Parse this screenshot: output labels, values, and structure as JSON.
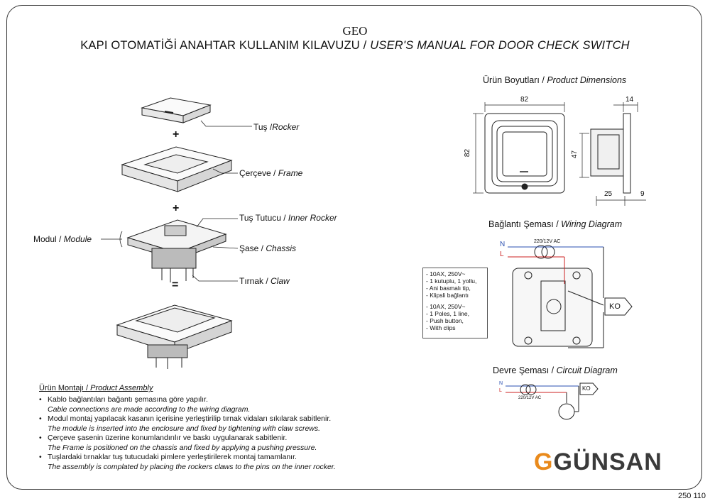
{
  "header": {
    "brand": "GEO",
    "title_tr": "KAPI OTOMATİĞİ ANAHTAR KULLANIM KILAVUZU / ",
    "title_en": "USER'S MANUAL FOR DOOR CHECK SWITCH"
  },
  "exploded_view": {
    "plus_1": "+",
    "plus_2": "+",
    "equals": "=",
    "rocker_tr": "Tuş /",
    "rocker_en": "Rocker",
    "frame_tr": "Çerçeve / ",
    "frame_en": "Frame",
    "inner_rocker_tr": "Tuş Tutucu / ",
    "inner_rocker_en": "Inner Rocker",
    "module_tr": "Modul / ",
    "module_en": "Module",
    "chassis_tr": "Şase / ",
    "chassis_en": "Chassis",
    "claw_tr": "Tırnak / ",
    "claw_en": "Claw"
  },
  "dimensions": {
    "title_tr": "Ürün Boyutları / ",
    "title_en": "Product Dimensions",
    "width": "82",
    "height": "82",
    "depth": "14",
    "inner_height": "47",
    "base_depth": "25",
    "rocker_depth": "9"
  },
  "wiring": {
    "title_tr": "Bağlantı Şeması / ",
    "title_en": "Wiring Diagram",
    "neutral": "N",
    "live": "L",
    "supply": "220/12V AC",
    "load": "KO",
    "spec_lines": [
      "- 10AX, 250V~",
      "- 1 kutuplu, 1 yollu,",
      "- Ani basmalı tip,",
      "- Klipsli bağlantı",
      "",
      "- 10AX, 250V~",
      "- 1 Poles, 1 line,",
      "- Push button,",
      "- With clips"
    ]
  },
  "circuit": {
    "title_tr": "Devre Şeması / ",
    "title_en": "Circuit Diagram",
    "neutral": "N",
    "live": "L",
    "supply": "220/12V AC",
    "load": "KO"
  },
  "assembly": {
    "title_tr": "Ürün Montajı / ",
    "title_en": "Product Assembly",
    "steps": [
      {
        "tr": "Kablo bağlantıları bağantı şemasına göre yapılır.",
        "en": "Cable connections are made according to the wiring diagram."
      },
      {
        "tr": "Modul montaj yapılacak kasanın içerisine yerleştirilip tırnak vidaları sıkılarak sabitlenir.",
        "en": "The module is inserted into the enclosure and fixed by tightening with claw screws."
      },
      {
        "tr": "Çerçeve şasenin üzerine konumlandırılır ve baskı uygulanarak sabitlenir.",
        "en": "The Frame is positioned on the chassis and fixed by applying a pushing pressure."
      },
      {
        "tr": "Tuşlardaki tırnaklar tuş tutucudaki pimlere yerleştirilerek montaj tamamlanır.",
        "en": "The assembly is complated by placing the rockers claws to the pins on the inner rocker."
      }
    ]
  },
  "logo": {
    "mark": "G",
    "text": "GÜNSAN"
  },
  "doc_number": "250 110"
}
